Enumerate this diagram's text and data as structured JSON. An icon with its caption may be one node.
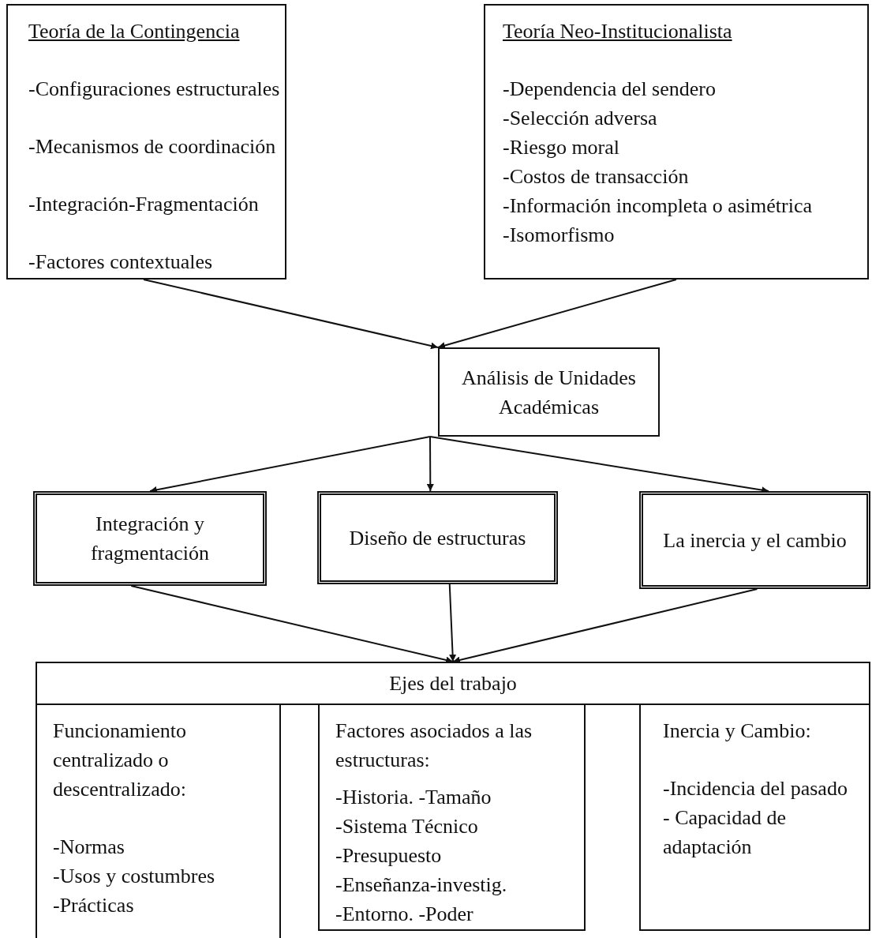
{
  "diagram": {
    "nodes": [
      {
        "text": [
          "Teoría de la Contingencia",
          "-Configuraciones estructurales",
          "-Mecanismos de coordinación",
          "-Integración-Fragmentación",
          "-Factores contextuales"
        ]
      },
      {
        "text": [
          "Teoría Neo-Institucionalista",
          "-Dependencia del sendero",
          "-Selección adversa",
          "-Riesgo moral",
          "-Costos de transacción",
          "-Información incompleta o asimétrica",
          "-Isomorfismo"
        ]
      },
      {
        "text": [
          "Análisis de Unidades Académicas"
        ]
      },
      {
        "text": [
          "Integración y fragmentación"
        ]
      },
      {
        "text": [
          "Diseño de estructuras"
        ]
      },
      {
        "text": [
          "La inercia y el cambio"
        ]
      },
      {
        "text": [
          "Ejes del trabajo"
        ]
      },
      {
        "text": [
          "Funcionamiento centralizado o descentralizado:",
          "-Normas",
          "-Usos y costumbres",
          "-Prácticas"
        ]
      },
      {
        "text": [
          "Factores asociados a las estructuras:",
          "-Historia. -Tamaño",
          "-Sistema Técnico",
          "-Presupuesto",
          "-Enseñanza-investig.",
          "-Entorno. -Poder"
        ]
      },
      {
        "text": [
          "Inercia y Cambio:",
          "-Incidencia del pasado",
          "- Capacidad de adaptación"
        ]
      }
    ],
    "edges": [
      {
        "from": 0,
        "to": 2,
        "arrow": "to"
      },
      {
        "from": 1,
        "to": 2,
        "arrow": "to"
      },
      {
        "from": 2,
        "to": 3,
        "arrow": "to"
      },
      {
        "from": 2,
        "to": 4,
        "arrow": "to"
      },
      {
        "from": 2,
        "to": 5,
        "arrow": "to"
      },
      {
        "from": 3,
        "to": 6,
        "arrow": "to"
      },
      {
        "from": 4,
        "to": 6,
        "arrow": "to"
      },
      {
        "from": 5,
        "to": 6,
        "arrow": "to"
      }
    ]
  }
}
